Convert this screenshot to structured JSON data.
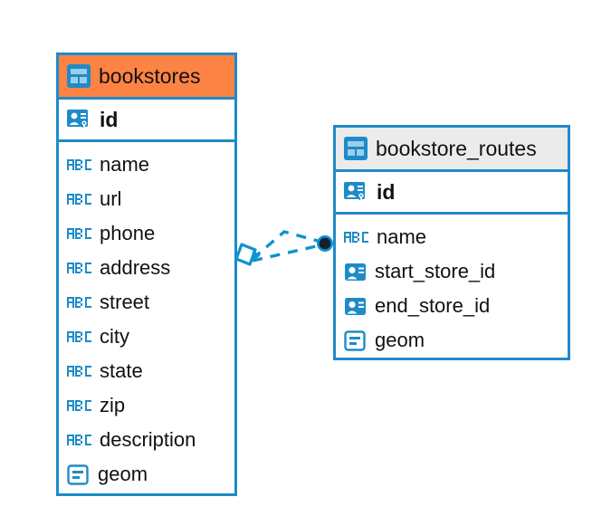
{
  "diagram": {
    "type": "entity-relationship-diagram",
    "background_color": "#ffffff",
    "accent_color": "#1e8bc8",
    "selected_color": "#fd8345",
    "header_plain_color": "#ebebeb"
  },
  "entities": [
    {
      "name": "bookstores",
      "selected": true,
      "icon": "table-icon",
      "primary_key": {
        "label": "id",
        "icon": "primary-key-icon"
      },
      "fields": [
        {
          "label": "name",
          "icon": "text-type-icon"
        },
        {
          "label": "url",
          "icon": "text-type-icon"
        },
        {
          "label": "phone",
          "icon": "text-type-icon"
        },
        {
          "label": "address",
          "icon": "text-type-icon"
        },
        {
          "label": "street",
          "icon": "text-type-icon"
        },
        {
          "label": "city",
          "icon": "text-type-icon"
        },
        {
          "label": "state",
          "icon": "text-type-icon"
        },
        {
          "label": "zip",
          "icon": "text-type-icon"
        },
        {
          "label": "description",
          "icon": "text-type-icon"
        },
        {
          "label": "geom",
          "icon": "geometry-type-icon"
        }
      ]
    },
    {
      "name": "bookstore_routes",
      "selected": false,
      "icon": "table-icon",
      "primary_key": {
        "label": "id",
        "icon": "primary-key-icon"
      },
      "fields": [
        {
          "label": "name",
          "icon": "text-type-icon"
        },
        {
          "label": "start_store_id",
          "icon": "foreign-key-icon"
        },
        {
          "label": "end_store_id",
          "icon": "foreign-key-icon"
        },
        {
          "label": "geom",
          "icon": "geometry-type-icon"
        }
      ]
    }
  ],
  "relationship": {
    "name": "bookstores-to-bookstore-routes",
    "line_style": "dashed",
    "line_color": "#0e93d1",
    "source_handle": "diamond-handle",
    "target_handle": "endpoint-dot",
    "selected": true
  }
}
